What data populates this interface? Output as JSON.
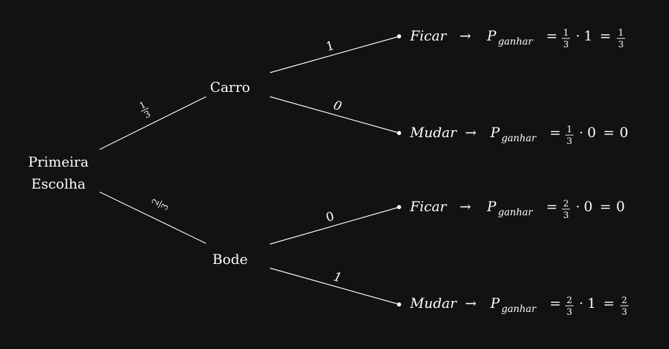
{
  "root": {
    "line1": "Primeira",
    "line2": "Escolha"
  },
  "level1": [
    {
      "label": "Carro",
      "edge_num": "1",
      "edge_den": "3"
    },
    {
      "label": "Bode",
      "edge_num": "2",
      "edge_den": "3"
    }
  ],
  "leaves": [
    {
      "edge": "1",
      "action": "Ficar",
      "arrow": "→",
      "p": "P",
      "sub": "ganhar",
      "eq": "=",
      "f_num": "1",
      "f_den": "3",
      "dot": "·",
      "factor": "1",
      "eq2": "=",
      "r_num": "1",
      "r_den": "3",
      "result": ""
    },
    {
      "edge": "0",
      "action": "Mudar",
      "arrow": "→",
      "p": "P",
      "sub": "ganhar",
      "eq": "=",
      "f_num": "1",
      "f_den": "3",
      "dot": "·",
      "factor": "0",
      "eq2": "=",
      "r_num": "",
      "r_den": "",
      "result": "0"
    },
    {
      "edge": "0",
      "action": "Ficar",
      "arrow": "→",
      "p": "P",
      "sub": "ganhar",
      "eq": "=",
      "f_num": "2",
      "f_den": "3",
      "dot": "·",
      "factor": "0",
      "eq2": "=",
      "r_num": "",
      "r_den": "",
      "result": "0"
    },
    {
      "edge": "1",
      "action": "Mudar",
      "arrow": "→",
      "p": "P",
      "sub": "ganhar",
      "eq": "=",
      "f_num": "2",
      "f_den": "3",
      "dot": "·",
      "factor": "1",
      "eq2": "=",
      "r_num": "2",
      "r_den": "3",
      "result": ""
    }
  ]
}
